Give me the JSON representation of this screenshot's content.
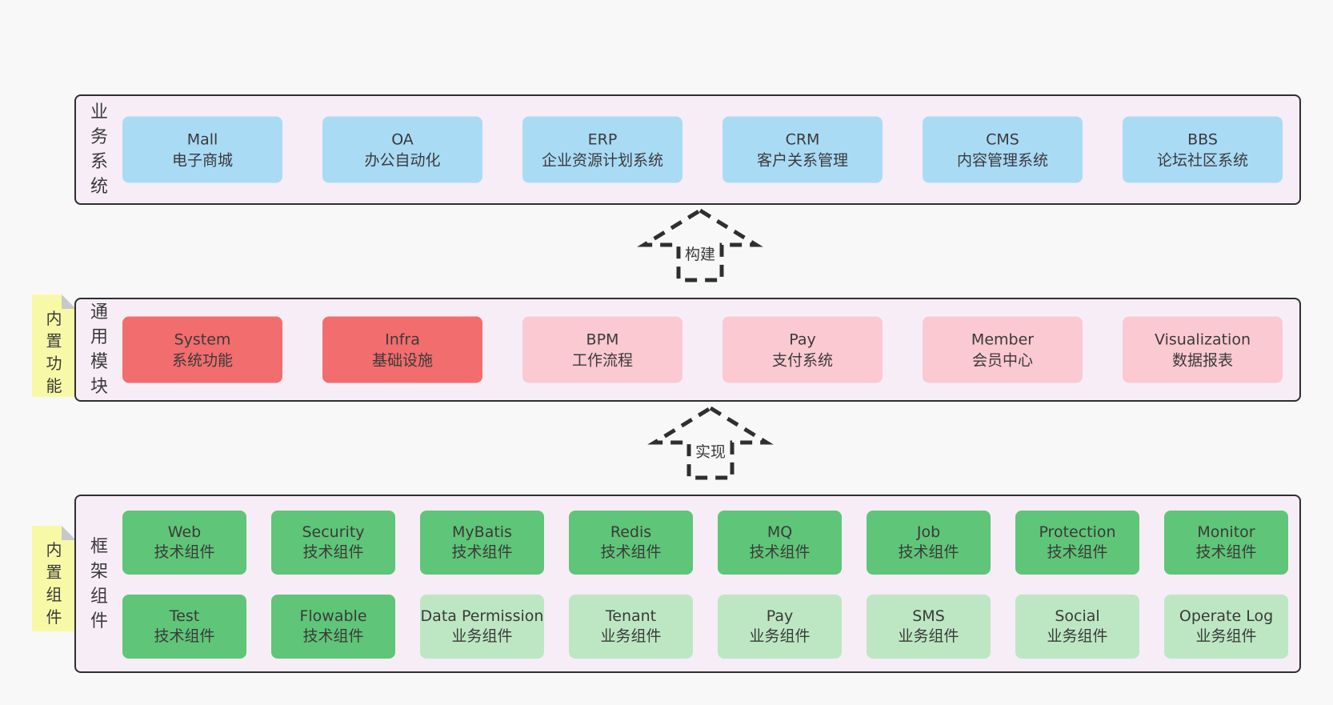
{
  "colors": {
    "page-bg": "#f8f8f8",
    "band-bg": "#f7edf6",
    "band-border": "#2f2f2f",
    "box-blue": "#a9dbf5",
    "box-red": "#f26d6e",
    "box-pink": "#fbc9d2",
    "box-green-dark": "#5fc578",
    "box-green-light": "#bde7c3",
    "sticky-bg": "#f8f9a6",
    "sticky-fold": "#c8c8c8",
    "text": "#3a3a3a"
  },
  "arrows": [
    {
      "label": "构建"
    },
    {
      "label": "实现"
    }
  ],
  "stickies": [
    {
      "label": "内置功能"
    },
    {
      "label": "内置组件"
    }
  ],
  "bands": {
    "business": {
      "label": "业务系统",
      "boxes": [
        {
          "title": "Mall",
          "subtitle": "电子商城",
          "variant": "blue"
        },
        {
          "title": "OA",
          "subtitle": "办公自动化",
          "variant": "blue"
        },
        {
          "title": "ERP",
          "subtitle": "企业资源计划系统",
          "variant": "blue"
        },
        {
          "title": "CRM",
          "subtitle": "客户关系管理",
          "variant": "blue"
        },
        {
          "title": "CMS",
          "subtitle": "内容管理系统",
          "variant": "blue"
        },
        {
          "title": "BBS",
          "subtitle": "论坛社区系统",
          "variant": "blue"
        }
      ]
    },
    "modules": {
      "label": "通用模块",
      "boxes": [
        {
          "title": "System",
          "subtitle": "系统功能",
          "variant": "red"
        },
        {
          "title": "Infra",
          "subtitle": "基础设施",
          "variant": "red"
        },
        {
          "title": "BPM",
          "subtitle": "工作流程",
          "variant": "pink"
        },
        {
          "title": "Pay",
          "subtitle": "支付系统",
          "variant": "pink"
        },
        {
          "title": "Member",
          "subtitle": "会员中心",
          "variant": "pink"
        },
        {
          "title": "Visualization",
          "subtitle": "数据报表",
          "variant": "pink"
        }
      ]
    },
    "components": {
      "label": "框架组件",
      "rows": [
        [
          {
            "title": "Web",
            "subtitle": "技术组件",
            "variant": "green-dark"
          },
          {
            "title": "Security",
            "subtitle": "技术组件",
            "variant": "green-dark"
          },
          {
            "title": "MyBatis",
            "subtitle": "技术组件",
            "variant": "green-dark"
          },
          {
            "title": "Redis",
            "subtitle": "技术组件",
            "variant": "green-dark"
          },
          {
            "title": "MQ",
            "subtitle": "技术组件",
            "variant": "green-dark"
          },
          {
            "title": "Job",
            "subtitle": "技术组件",
            "variant": "green-dark"
          },
          {
            "title": "Protection",
            "subtitle": "技术组件",
            "variant": "green-dark"
          },
          {
            "title": "Monitor",
            "subtitle": "技术组件",
            "variant": "green-dark"
          }
        ],
        [
          {
            "title": "Test",
            "subtitle": "技术组件",
            "variant": "green-dark"
          },
          {
            "title": "Flowable",
            "subtitle": "技术组件",
            "variant": "green-dark"
          },
          {
            "title": "Data Permission",
            "subtitle": "业务组件",
            "variant": "green-light"
          },
          {
            "title": "Tenant",
            "subtitle": "业务组件",
            "variant": "green-light"
          },
          {
            "title": "Pay",
            "subtitle": "业务组件",
            "variant": "green-light"
          },
          {
            "title": "SMS",
            "subtitle": "业务组件",
            "variant": "green-light"
          },
          {
            "title": "Social",
            "subtitle": "业务组件",
            "variant": "green-light"
          },
          {
            "title": "Operate Log",
            "subtitle": "业务组件",
            "variant": "green-light"
          }
        ]
      ]
    }
  }
}
